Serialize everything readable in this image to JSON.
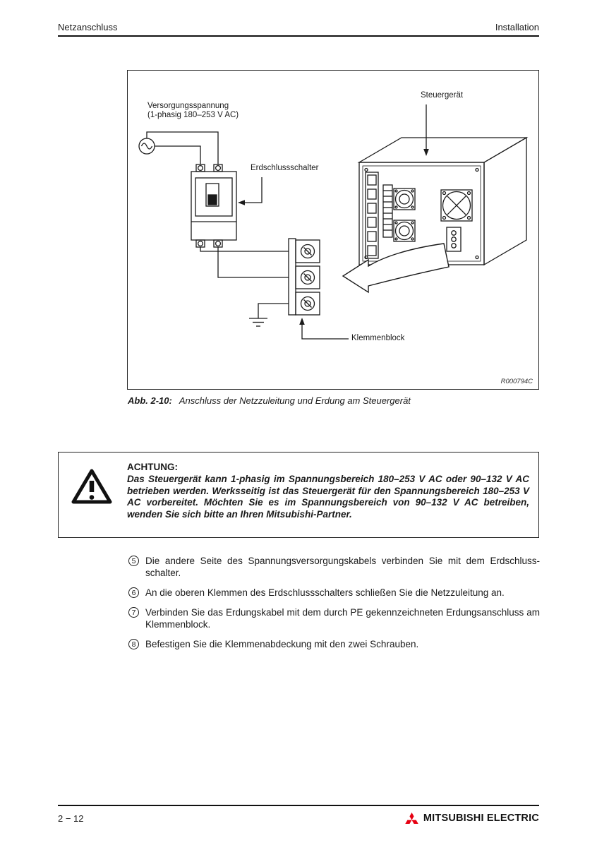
{
  "page": {
    "header": {
      "left": "Netzanschluss",
      "right": "Installation"
    },
    "footer": {
      "page_number": "2 − 12",
      "brand": "MITSUBISHI ELECTRIC",
      "brand_color": "#e60012"
    }
  },
  "figure": {
    "labels": {
      "steuergeraet": "Steuergerät",
      "versorgung_line1": "Versorgungsspannung",
      "versorgung_line2": "(1-phasig 180–253 V AC)",
      "erdschlussschalter": "Erdschlussschalter",
      "klemmenblock": "Klemmenblock",
      "ref": "R000794C"
    },
    "caption_label": "Abb. 2-10:",
    "caption_text": "Anschluss der Netzzuleitung und Erdung am Steuergerät"
  },
  "warning": {
    "title": "ACHTUNG:",
    "body": "Das Steuergerät kann 1-phasig im Spannungsbereich 180–253 V AC oder 90–132 V AC betrieben werden. Werksseitig ist das Steuergerät für den Spannungsbereich 180–253 V AC vorbereitet. Möchten Sie es im Spannungsbereich von 90–132 V AC betreiben, wenden Sie sich bitte an Ihren Mitsubishi-Partner."
  },
  "steps": [
    {
      "num": "5",
      "text": "Die andere Seite des Spannungsversorgungskabels verbinden Sie mit dem Erdschluss­schalter."
    },
    {
      "num": "6",
      "text": "An die oberen Klemmen des Erdschlussschalters schließen Sie die Netzzuleitung an."
    },
    {
      "num": "7",
      "text": "Verbinden Sie das Erdungskabel mit dem durch PE gekennzeichneten Erdungsanschluss am Klemmenblock."
    },
    {
      "num": "8",
      "text": "Befestigen Sie die Klemmenabdeckung mit den zwei Schrauben."
    }
  ]
}
